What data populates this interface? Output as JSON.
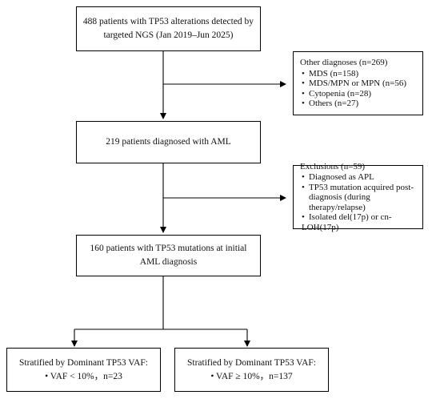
{
  "boxes": {
    "start": {
      "line1": "488 patients with TP53 alterations detected by",
      "line2": "targeted NGS (Jan 2019–Jun 2025)"
    },
    "other_diagnoses": {
      "title": "Other diagnoses (n=269)",
      "items": [
        "MDS (n=158)",
        "MDS/MPN or MPN (n=56)",
        "Cytopenia (n=28)",
        "Others (n=27)"
      ]
    },
    "aml": {
      "line1": "219 patients diagnosed with AML"
    },
    "exclusions": {
      "title": "Exclusions (n=59)",
      "items": [
        "Diagnosed as APL",
        "TP53 mutation acquired post-",
        "diagnosis (during therapy/relapse)",
        "Isolated del(17p) or cn-LOH(17p)"
      ]
    },
    "initial": {
      "line1": "160 patients with TP53 mutations at initial",
      "line2": "AML diagnosis"
    },
    "vaf_low": {
      "line1": "Stratified by Dominant TP53  VAF:",
      "line2": "• VAF < 10%，n=23"
    },
    "vaf_high": {
      "line1": "Stratified by Dominant TP53 VAF:",
      "line2": "• VAF ≥ 10%，n=137"
    }
  },
  "bullet": "•"
}
